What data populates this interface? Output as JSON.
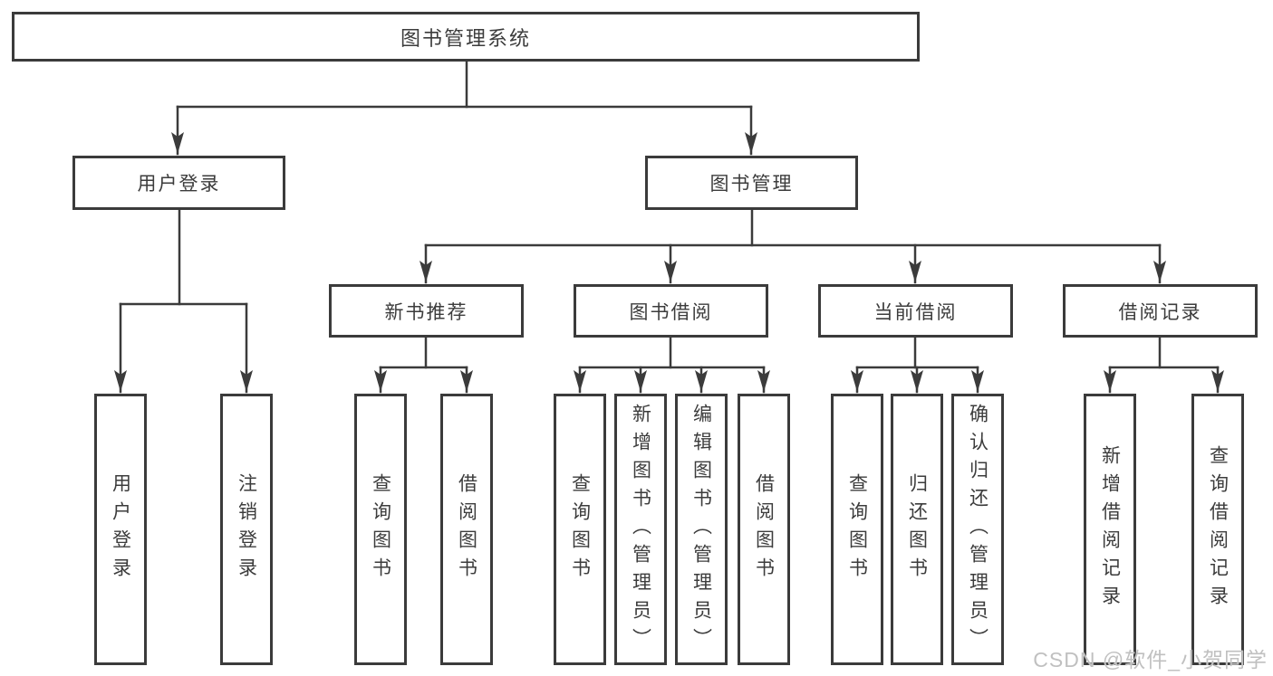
{
  "diagram": {
    "root_label": "图书管理系统",
    "level2": [
      {
        "label": "用户登录"
      },
      {
        "label": "图书管理"
      }
    ],
    "level3": [
      {
        "label": "新书推荐",
        "parent": "图书管理"
      },
      {
        "label": "图书借阅",
        "parent": "图书管理"
      },
      {
        "label": "当前借阅",
        "parent": "图书管理"
      },
      {
        "label": "借阅记录",
        "parent": "图书管理"
      }
    ],
    "leaves": [
      {
        "label": "用户登录",
        "parent": "用户登录"
      },
      {
        "label": "注销登录",
        "parent": "用户登录"
      },
      {
        "label": "查询图书",
        "parent": "新书推荐"
      },
      {
        "label": "借阅图书",
        "parent": "新书推荐"
      },
      {
        "label": "查询图书",
        "parent": "图书借阅"
      },
      {
        "label": "新增图书（管理员）",
        "parent": "图书借阅"
      },
      {
        "label": "编辑图书（管理员）",
        "parent": "图书借阅"
      },
      {
        "label": "借阅图书",
        "parent": "图书借阅"
      },
      {
        "label": "查询图书",
        "parent": "当前借阅"
      },
      {
        "label": "归还图书",
        "parent": "当前借阅"
      },
      {
        "label": "确认归还（管理员）",
        "parent": "当前借阅"
      },
      {
        "label": "新增借阅记录",
        "parent": "借阅记录"
      },
      {
        "label": "查询借阅记录",
        "parent": "借阅记录"
      }
    ],
    "colors": {
      "line": "#3b3b3b",
      "text": "#3c3c3c",
      "watermark": "#c0c0c0",
      "background": "#ffffff"
    }
  },
  "watermark": "CSDN @软件_小贺同学"
}
